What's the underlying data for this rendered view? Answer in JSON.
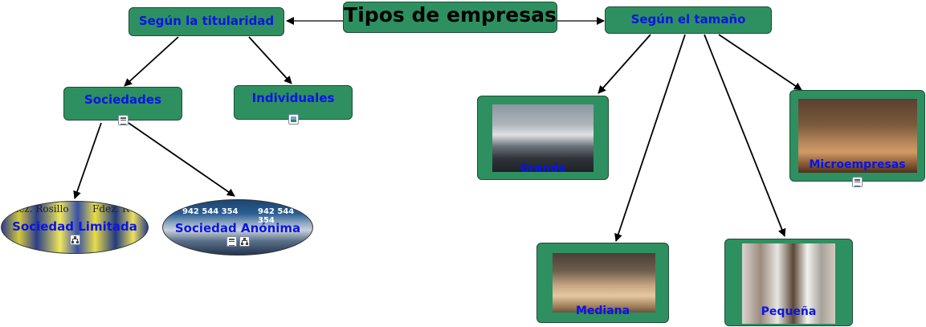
{
  "diagram": {
    "root": {
      "label": "Tipos de empresas"
    },
    "branch_left": {
      "label": "Según la titularidad"
    },
    "branch_right": {
      "label": "Según el tamaño"
    },
    "sociedades": {
      "label": "Sociedades",
      "icon": "document-icon"
    },
    "individuales": {
      "label": "Individuales",
      "icon": "image-icon"
    },
    "sociedad_limitada": {
      "label": "Sociedad Limitada",
      "icon": "concept-map-icon",
      "background_text_left": "l dez. Rosillo",
      "background_text_right": "Fdez. R"
    },
    "sociedad_anonima": {
      "label": "Sociedad Anónima",
      "icons": [
        "document-icon",
        "concept-map-icon"
      ],
      "background_text_phone_left": "942 544 354",
      "background_text_phone_right": "942 544 354"
    },
    "grande": {
      "label": "Grande"
    },
    "mediana": {
      "label": "Mediana"
    },
    "pequena": {
      "label": "Pequeña"
    },
    "microempresas": {
      "label": "Microempresas",
      "icon": "document-icon"
    }
  },
  "colors": {
    "node_fill": "#2e9060",
    "label_blue": "#0a14e6",
    "root_text": "#000000",
    "edge": "#000000"
  }
}
